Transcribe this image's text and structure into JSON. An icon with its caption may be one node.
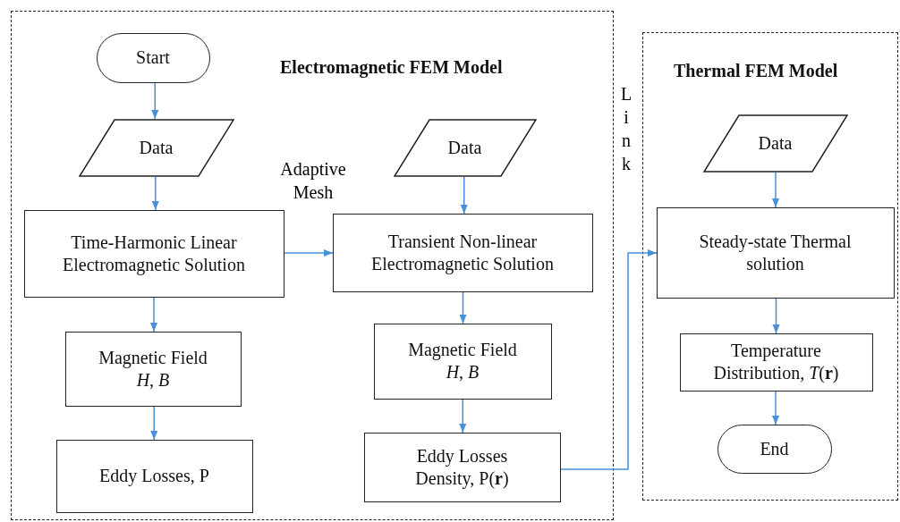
{
  "diagram": {
    "nodes": [
      {
        "text": [
          "Electromagnetic FEM Model"
        ]
      },
      {
        "text": [
          "Start"
        ],
        "in": 0
      },
      {
        "text": [
          "Data"
        ],
        "in": 0
      },
      {
        "text": [
          "Time-Harmonic Linear Electromagnetic Solution"
        ],
        "in": 0
      },
      {
        "text": [
          "Magnetic Field",
          "*H*, *B*"
        ],
        "in": 0
      },
      {
        "text": [
          "Eddy Losses, P"
        ],
        "in": 0
      },
      {
        "text": [
          "Data"
        ],
        "in": 0
      },
      {
        "text": [
          "Transient Non-linear Electromagnetic Solution"
        ],
        "in": 0
      },
      {
        "text": [
          "Magnetic Field",
          "*H*, *B*"
        ],
        "in": 0
      },
      {
        "text": [
          "Eddy Losses Density, P(**r**)"
        ],
        "in": 0
      },
      {
        "text": [
          "Thermal FEM Model"
        ]
      },
      {
        "text": [
          "Data"
        ],
        "in": 10
      },
      {
        "text": [
          "Steady-state Thermal solution"
        ],
        "in": 10
      },
      {
        "text": [
          "Temperature Distribution, *T*(**r**)"
        ],
        "in": 10
      },
      {
        "text": [
          "End"
        ],
        "in": 10
      }
    ],
    "edges": [
      {
        "from": 1,
        "to": 2,
        "arrow": "to"
      },
      {
        "from": 2,
        "to": 3,
        "arrow": "to"
      },
      {
        "from": 3,
        "to": 4,
        "arrow": "to"
      },
      {
        "from": 4,
        "to": 5,
        "arrow": "to"
      },
      {
        "from": 3,
        "to": 7,
        "arrow": "to",
        "label": "Adaptive Mesh"
      },
      {
        "from": 6,
        "to": 7,
        "arrow": "to"
      },
      {
        "from": 7,
        "to": 8,
        "arrow": "to"
      },
      {
        "from": 8,
        "to": 9,
        "arrow": "to"
      },
      {
        "from": 9,
        "to": 12,
        "arrow": "to"
      },
      {
        "from": 11,
        "to": 12,
        "arrow": "to"
      },
      {
        "from": 12,
        "to": 13,
        "arrow": "to"
      },
      {
        "from": 13,
        "to": 14,
        "arrow": "to"
      }
    ],
    "labels": [
      "Link"
    ]
  }
}
